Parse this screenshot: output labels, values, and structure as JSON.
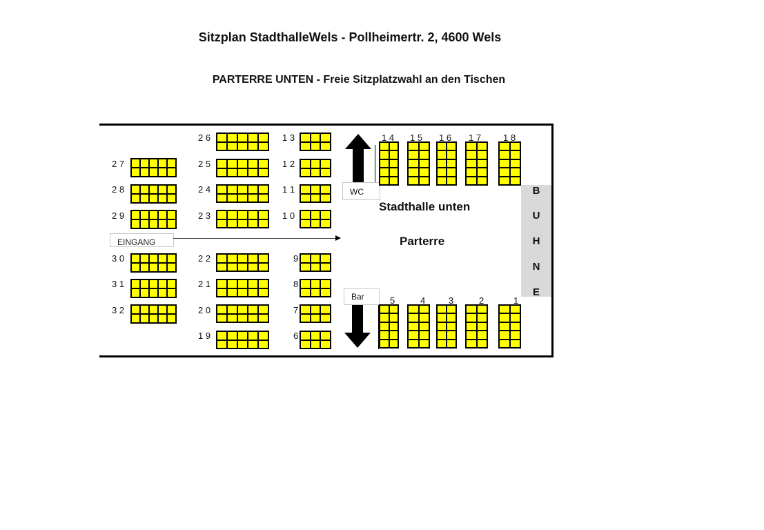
{
  "title": "Sitzplan StadthalleWels - Pollheimertr. 2, 4600 Wels",
  "subtitle": "PARTERRE UNTEN - Freie Sitzplatzwahl an den Tischen",
  "hall": {
    "name_line1": "Stadthalle unten",
    "name_line2": "Parterre"
  },
  "stage": {
    "label": "BÜHNE",
    "letters": [
      "B",
      "U",
      "H",
      "N",
      "E"
    ],
    "color": "#d9d9d9"
  },
  "boxes": {
    "wc": "WC",
    "bar": "Bar",
    "entrance": "EINGANG"
  },
  "seat_color": "#ffff00",
  "tables": [
    {
      "id": "1",
      "label": "1",
      "cols": 2,
      "rows": 5
    },
    {
      "id": "2",
      "label": "2",
      "cols": 2,
      "rows": 5
    },
    {
      "id": "3",
      "label": "3",
      "cols": 2,
      "rows": 5
    },
    {
      "id": "4",
      "label": "4",
      "cols": 2,
      "rows": 5
    },
    {
      "id": "5",
      "label": "5",
      "cols": 2,
      "rows": 5
    },
    {
      "id": "6",
      "label": "6",
      "cols": 3,
      "rows": 2
    },
    {
      "id": "7",
      "label": "7",
      "cols": 3,
      "rows": 2
    },
    {
      "id": "8",
      "label": "8",
      "cols": 3,
      "rows": 2
    },
    {
      "id": "9",
      "label": "9",
      "cols": 3,
      "rows": 2
    },
    {
      "id": "10",
      "label": "1 0",
      "cols": 3,
      "rows": 2
    },
    {
      "id": "11",
      "label": "1 1",
      "cols": 3,
      "rows": 2
    },
    {
      "id": "12",
      "label": "1 2",
      "cols": 3,
      "rows": 2
    },
    {
      "id": "13",
      "label": "1 3",
      "cols": 3,
      "rows": 2
    },
    {
      "id": "14",
      "label": "1 4",
      "cols": 2,
      "rows": 5
    },
    {
      "id": "15",
      "label": "1 5",
      "cols": 2,
      "rows": 5
    },
    {
      "id": "16",
      "label": "1 6",
      "cols": 2,
      "rows": 5
    },
    {
      "id": "17",
      "label": "1 7",
      "cols": 2,
      "rows": 5
    },
    {
      "id": "18",
      "label": "1 8",
      "cols": 2,
      "rows": 5
    },
    {
      "id": "19",
      "label": "1 9",
      "cols": 5,
      "rows": 2
    },
    {
      "id": "20",
      "label": "2 0",
      "cols": 5,
      "rows": 2
    },
    {
      "id": "21",
      "label": "2 1",
      "cols": 5,
      "rows": 2
    },
    {
      "id": "22",
      "label": "2 2",
      "cols": 5,
      "rows": 2
    },
    {
      "id": "23",
      "label": "2 3",
      "cols": 5,
      "rows": 2
    },
    {
      "id": "24",
      "label": "2 4",
      "cols": 5,
      "rows": 2
    },
    {
      "id": "25",
      "label": "2 5",
      "cols": 5,
      "rows": 2
    },
    {
      "id": "26",
      "label": "2 6",
      "cols": 5,
      "rows": 2
    },
    {
      "id": "27",
      "label": "2 7",
      "cols": 5,
      "rows": 2
    },
    {
      "id": "28",
      "label": "2 8",
      "cols": 5,
      "rows": 2
    },
    {
      "id": "29",
      "label": "2 9",
      "cols": 5,
      "rows": 2
    },
    {
      "id": "30",
      "label": "3 0",
      "cols": 5,
      "rows": 2
    },
    {
      "id": "31",
      "label": "3 1",
      "cols": 5,
      "rows": 2
    },
    {
      "id": "32",
      "label": "3 2",
      "cols": 5,
      "rows": 2
    }
  ]
}
